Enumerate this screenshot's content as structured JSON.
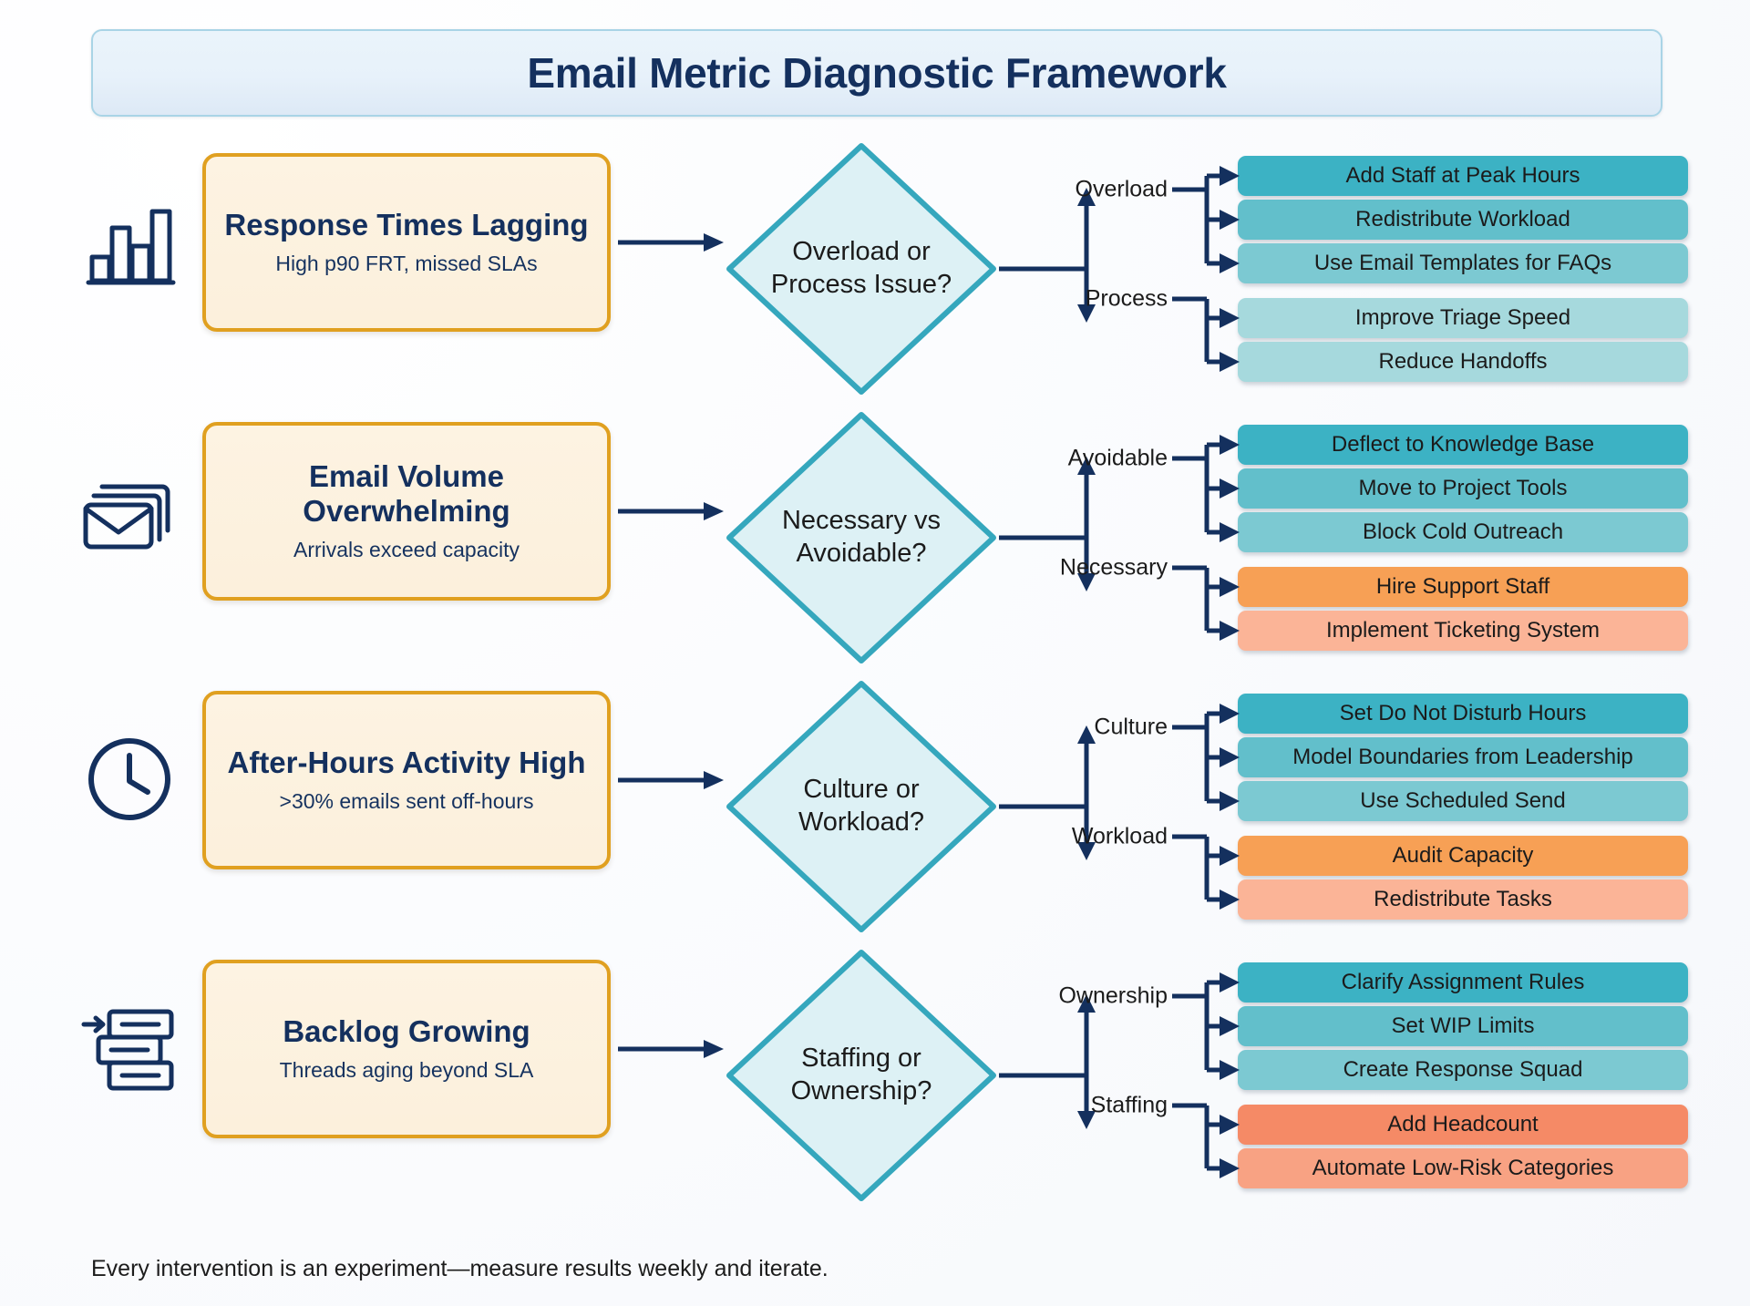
{
  "header": {
    "title": "Email Metric Diagnostic Framework"
  },
  "footer": {
    "note": "Every intervention is an experiment—measure results weekly and iterate."
  },
  "colors": {
    "navy": "#14305e",
    "card_border": "#e0a020",
    "card_fill": "#fdf3e2",
    "diamond_stroke": "#35a7bd",
    "diamond_fill": "#ddf1f5",
    "teal_dark": "#3cb2c4",
    "teal_mid": "#6fc3ce",
    "teal_light": "#9ed5da",
    "teal_pale": "#aadbdf",
    "orange_dark": "#f7a055",
    "orange_mid": "#f9b07a",
    "orange_light": "#fbb89a",
    "salmon": "#f58a66",
    "title_band": "#eaf4fb"
  },
  "rows": [
    {
      "icon": "bar-chart-icon",
      "problem": {
        "title": "Response Times Lagging",
        "subtitle": "High p90 FRT, missed SLAs"
      },
      "decision": {
        "line1": "Overload or",
        "line2": "Process Issue?"
      },
      "branches": [
        {
          "label": "Overload",
          "actions": [
            {
              "text": "Add Staff at Peak Hours",
              "color": "#3cb2c4"
            },
            {
              "text": "Redistribute Workload",
              "color": "#62bfcb"
            },
            {
              "text": "Use Email Templates for FAQs",
              "color": "#7cc9d2"
            }
          ]
        },
        {
          "label": "Process",
          "actions": [
            {
              "text": "Improve Triage Speed",
              "color": "#a6d9dd"
            },
            {
              "text": "Reduce Handoffs",
              "color": "#a6d9dd"
            }
          ]
        }
      ]
    },
    {
      "icon": "stacked-envelopes-icon",
      "problem": {
        "title": "Email Volume Overwhelming",
        "subtitle": "Arrivals exceed capacity"
      },
      "decision": {
        "line1": "Necessary vs",
        "line2": "Avoidable?"
      },
      "branches": [
        {
          "label": "Avoidable",
          "actions": [
            {
              "text": "Deflect to Knowledge Base",
              "color": "#3cb2c4"
            },
            {
              "text": "Move to Project Tools",
              "color": "#62bfcb"
            },
            {
              "text": "Block Cold Outreach",
              "color": "#7cc9d2"
            }
          ]
        },
        {
          "label": "Necessary",
          "actions": [
            {
              "text": "Hire Support Staff",
              "color": "#f7a055"
            },
            {
              "text": "Implement Ticketing System",
              "color": "#fbb497"
            }
          ]
        }
      ]
    },
    {
      "icon": "clock-icon",
      "problem": {
        "title": "After-Hours Activity High",
        "subtitle": ">30% emails sent off-hours"
      },
      "decision": {
        "line1": "Culture or",
        "line2": "Workload?"
      },
      "branches": [
        {
          "label": "Culture",
          "actions": [
            {
              "text": "Set Do Not Disturb Hours",
              "color": "#3cb2c4"
            },
            {
              "text": "Model Boundaries from Leadership",
              "color": "#62bfcb"
            },
            {
              "text": "Use Scheduled Send",
              "color": "#7cc9d2"
            }
          ]
        },
        {
          "label": "Workload",
          "actions": [
            {
              "text": "Audit Capacity",
              "color": "#f7a055"
            },
            {
              "text": "Redistribute Tasks",
              "color": "#fbb497"
            }
          ]
        }
      ]
    },
    {
      "icon": "backlog-icon",
      "problem": {
        "title": "Backlog Growing",
        "subtitle": "Threads aging beyond SLA"
      },
      "decision": {
        "line1": "Staffing or",
        "line2": "Ownership?"
      },
      "branches": [
        {
          "label": "Ownership",
          "actions": [
            {
              "text": "Clarify Assignment Rules",
              "color": "#3cb2c4"
            },
            {
              "text": "Set WIP Limits",
              "color": "#62bfcb"
            },
            {
              "text": "Create Response Squad",
              "color": "#7cc9d2"
            }
          ]
        },
        {
          "label": "Staffing",
          "actions": [
            {
              "text": "Add Headcount",
              "color": "#f58a66"
            },
            {
              "text": "Automate Low-Risk Categories",
              "color": "#f8a283"
            }
          ]
        }
      ]
    }
  ]
}
